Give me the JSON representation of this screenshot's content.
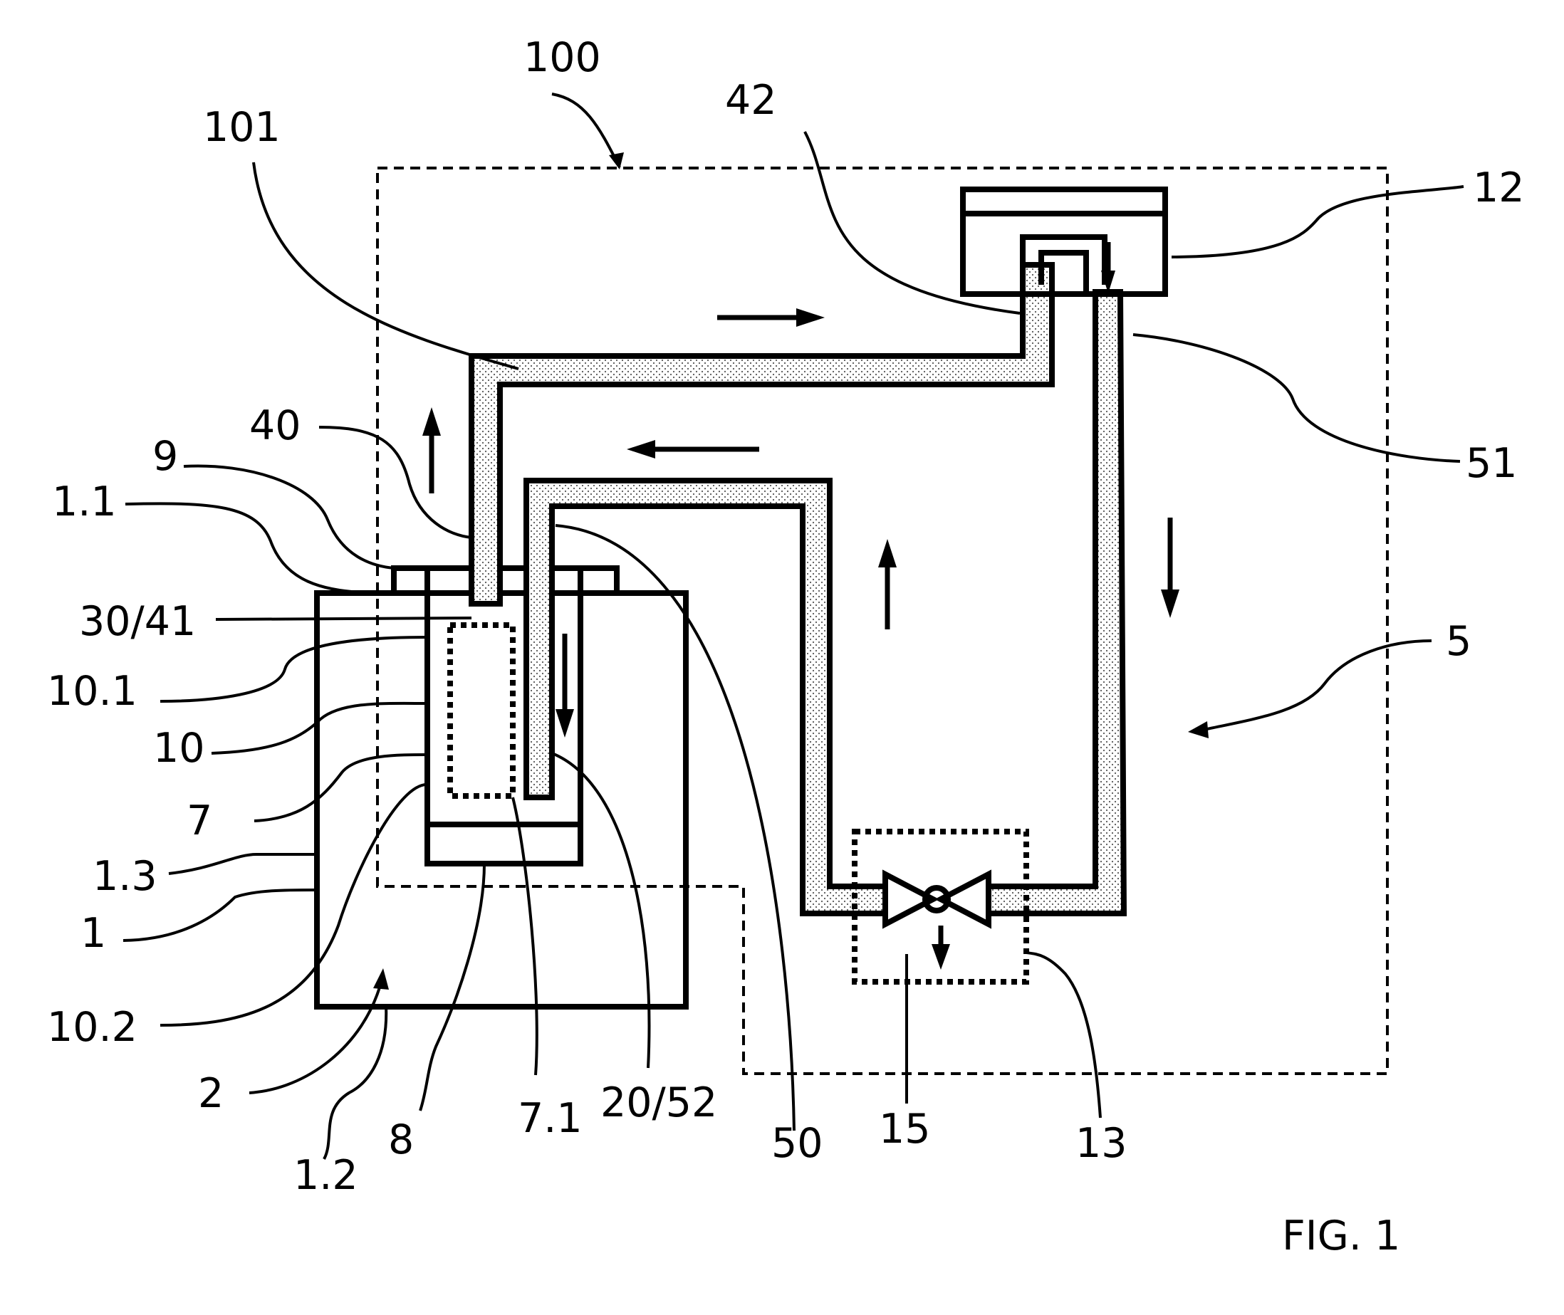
{
  "figure_title": "FIG. 1",
  "labels": {
    "l100": "100",
    "l101": "101",
    "l42": "42",
    "l12": "12",
    "l51": "51",
    "l40": "40",
    "l9": "9",
    "l1_1": "1.1",
    "l30_41": "30/41",
    "l10_1": "10.1",
    "l10": "10",
    "l7": "7",
    "l1_3": "1.3",
    "l1": "1",
    "l10_2": "10.2",
    "l2": "2",
    "l1_2": "1.2",
    "l8": "8",
    "l7_1": "7.1",
    "l20_52": "20/52",
    "l50": "50",
    "l15": "15",
    "l13": "13",
    "l5": "5"
  },
  "colors": {
    "line": "#000000",
    "fluid_fill": "#d9d9d9",
    "background": "#ffffff"
  }
}
